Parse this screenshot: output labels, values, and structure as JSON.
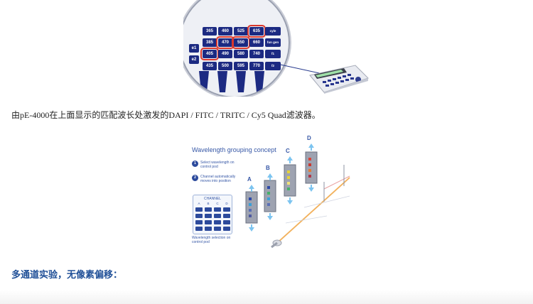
{
  "keypad": {
    "rows": [
      [
        "365",
        "460",
        "525",
        "635"
      ],
      [
        "385",
        "470",
        "550",
        "660"
      ],
      [
        "405",
        "490",
        "580",
        "740"
      ],
      [
        "435",
        "500",
        "595",
        "770"
      ]
    ],
    "selected": [
      "635",
      "470",
      "550",
      "405"
    ],
    "side_keys": [
      "e1",
      "e2"
    ],
    "function_keys": [
      "cyle",
      "fun gen",
      "f1",
      "f2"
    ]
  },
  "caption": "由pE-4000在上面显示的匹配波长处激发的DAPI / FITC / TRITC / Cy5 Quad滤波器。",
  "diagram": {
    "title": "Wavelength grouping concept",
    "steps": [
      {
        "num": "1",
        "text": "Select wavelength on control pod"
      },
      {
        "num": "2",
        "text": "Channel automatically moves into position"
      }
    ],
    "channel_title": "CHANNEL",
    "channels": [
      "A",
      "B",
      "C",
      "D"
    ],
    "channel_caption": "Wavelength selection on control pod",
    "sliders": [
      "A",
      "B",
      "C",
      "D"
    ]
  },
  "section_heading": "多通道实验，无像素偏移：",
  "colors": {
    "key_blue": "#1c2a82",
    "selection_red": "#d9372c",
    "heading_blue": "#1f4f97",
    "diagram_blue": "#3657a6"
  },
  "icons": [
    "magnifier-lens-icon",
    "control-pod-icon",
    "light-path-icon"
  ]
}
